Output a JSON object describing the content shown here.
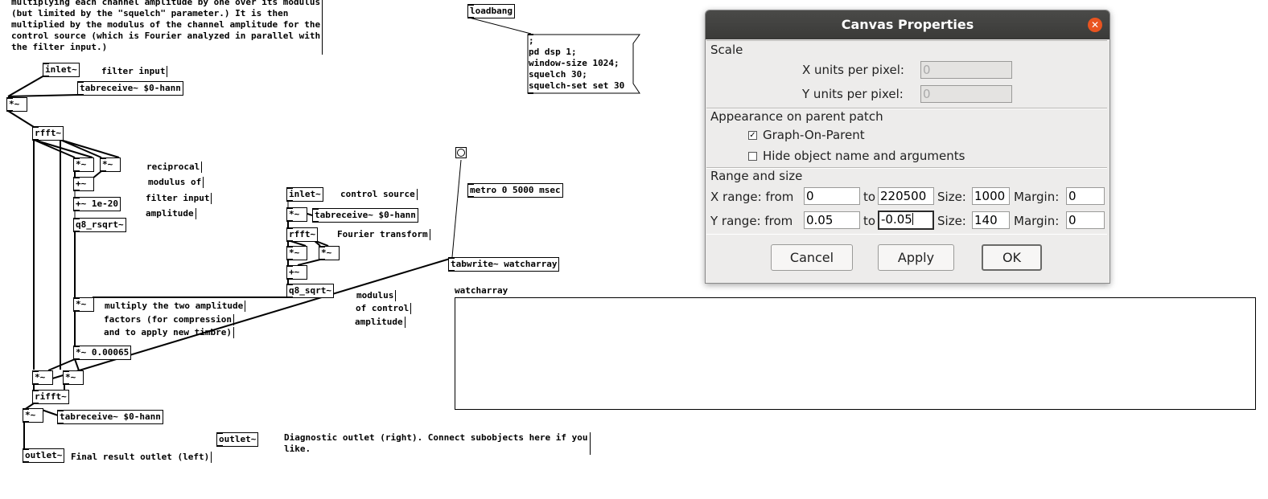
{
  "patch": {
    "top_comment": "multiplying each channel amplitude by one over its modulus\n(but limited by the \"squelch\" parameter.) It is then\nmultiplied by the modulus of the channel amplitude for the\ncontrol source (which is Fourier analyzed in parallel with\nthe filter input.)",
    "objects": {
      "inlet_filter": "inlet~",
      "tabreceive_1": "tabreceive~ $0-hann",
      "mul_1": "*~",
      "rfft_1": "rfft~",
      "mul_2": "*~",
      "mul_3": "*~",
      "add_1": "+~",
      "add_eps": "+~ 1e-20",
      "q8_rsqrt": "q8_rsqrt~",
      "mul_amp": "*~",
      "mul_gain": "*~ 0.00065",
      "mul_4": "*~",
      "mul_5": "*~",
      "rifft": "rifft~",
      "mul_6": "*~",
      "tabreceive_2": "tabreceive~ $0-hann",
      "outlet_left": "outlet~",
      "outlet_right": "outlet~",
      "inlet_control": "inlet~",
      "mul_c1": "*~",
      "tabreceive_c": "tabreceive~ $0-hann",
      "rfft_c": "rfft~",
      "mul_c2": "*~",
      "mul_c3": "*~",
      "add_c": "+~",
      "q8_sqrt": "q8_sqrt~",
      "loadbang": "loadbang",
      "metro": "metro 0 5000 msec",
      "tabwrite": "tabwrite~ watcharray"
    },
    "comments": {
      "filter_input": "filter input",
      "reciprocal": "reciprocal",
      "modulus_of": "modulus of",
      "filter_input2": "filter input",
      "amplitude": "amplitude",
      "control_source": "control source",
      "fourier": "Fourier transform",
      "multiply_1": "multiply the two amplitude",
      "multiply_2": "factors (for compression",
      "multiply_3": "and to apply new timbre)",
      "modulus2": "modulus",
      "of_control": "of control",
      "amplitude2": "amplitude",
      "final_result": "Final result outlet (left)",
      "diagnostic": "Diagnostic outlet (right). Connect subobjects here if you\nlike."
    },
    "message": ";\npd dsp 1;\nwindow-size 1024;\nsquelch 30;\nsquelch-set set 30",
    "array_name": "watcharray"
  },
  "dialog": {
    "title": "Canvas Properties",
    "scale": {
      "title": "Scale",
      "x_label": "X units per pixel:",
      "x_value": "0",
      "y_label": "Y units per pixel:",
      "y_value": "0"
    },
    "appearance": {
      "title": "Appearance on parent patch",
      "gop_label": "Graph-On-Parent",
      "gop_checked": "✓",
      "hide_label": "Hide object name and arguments",
      "hide_checked": ""
    },
    "range": {
      "title": "Range and size",
      "x_from_label": "X range: from",
      "x_from": "0",
      "to_label": "to",
      "x_to": "220500",
      "size_label": "Size:",
      "x_size": "1000",
      "margin_label": "Margin:",
      "x_margin": "0",
      "y_from_label": "Y range: from",
      "y_from": "0.05",
      "y_to": "-0.05",
      "y_size": "140",
      "y_margin": "0"
    },
    "buttons": {
      "cancel": "Cancel",
      "apply": "Apply",
      "ok": "OK"
    }
  }
}
